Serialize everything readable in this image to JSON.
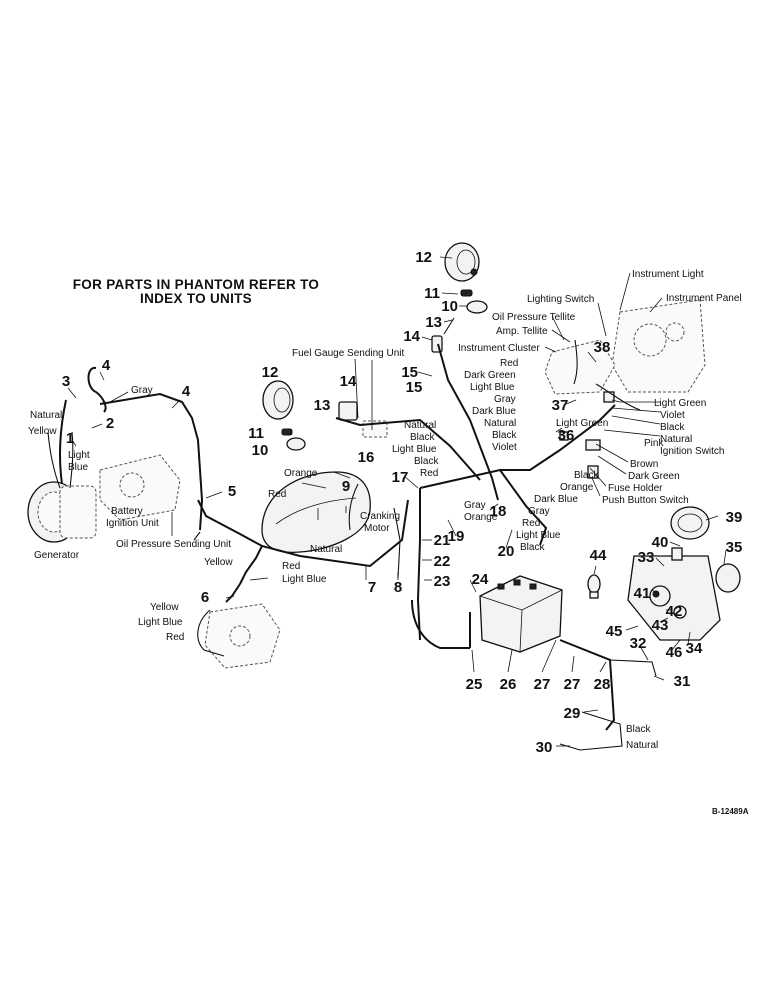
{
  "header": {
    "line1": "FOR PARTS IN PHANTOM REFER TO",
    "line2": "INDEX TO UNITS"
  },
  "drawing_ref": "B-12489A",
  "labels": {
    "instrument_light": "Instrument Light",
    "instrument_panel": "Instrument Panel",
    "lighting_switch": "Lighting Switch",
    "oil_pressure_tellite": "Oil Pressure Tellite",
    "amp_tellite": "Amp. Tellite",
    "instrument_cluster": "Instrument Cluster",
    "fuel_gauge_sending_unit": "Fuel Gauge Sending Unit",
    "gray_top": "Gray",
    "natural_left": "Natural",
    "yellow_left": "Yellow",
    "light_blue_left": "Light\nBlue",
    "battery_ignition_unit": "Battery\nIgnition Unit",
    "generator": "Generator",
    "oil_pressure_sending_unit": "Oil Pressure Sending Unit",
    "orange_mid": "Orange",
    "red_mid": "Red",
    "cranking_motor": "Cranking\nMotor",
    "natural_mid": "Natural",
    "yellow_mid": "Yellow",
    "red_mid2": "Red",
    "light_blue_mid": "Light Blue",
    "yellow_low": "Yellow",
    "light_blue_low": "Light Blue",
    "red_low": "Red",
    "cl_red": "Red",
    "cl_dark_green": "Dark Green",
    "cl_light_blue": "Light Blue",
    "cl_gray": "Gray",
    "cl_dark_blue": "Dark Blue",
    "cl_natural": "Natural",
    "cl_black": "Black",
    "cl_violet": "Violet",
    "cm_natural": "Natural",
    "cm_black": "Black",
    "cm_light_blue": "Light Blue",
    "cm_black2": "Black",
    "cm_red": "Red",
    "cr_light_green": "Light Green",
    "cr_light_green2": "Light Green",
    "cr_violet": "Violet",
    "cr_black": "Black",
    "cr_natural": "Natural",
    "cr_pink": "Pink",
    "cr_ignition_switch": "Ignition Switch",
    "cr_brown": "Brown",
    "cr_dark_green": "Dark Green",
    "cr_fuse_holder": "Fuse Holder",
    "cr_push_button_switch": "Push Button Switch",
    "cb_black": "Black",
    "cb_orange": "Orange",
    "cb_dark_blue": "Dark Blue",
    "cb_gray": "Gray",
    "cb_red": "Red",
    "cb_light_blue": "Light Blue",
    "cb_black2": "Black",
    "c_gray": "Gray",
    "c_orange": "Orange",
    "br_black": "Black",
    "br_natural": "Natural"
  },
  "callouts": {
    "n1": "1",
    "n2": "2",
    "n3": "3",
    "n4a": "4",
    "n4b": "4",
    "n5": "5",
    "n6": "6",
    "n7": "7",
    "n8": "8",
    "n9": "9",
    "n10a": "10",
    "n10b": "10",
    "n11a": "11",
    "n11b": "11",
    "n12a": "12",
    "n12b": "12",
    "n13a": "13",
    "n13b": "13",
    "n14a": "14",
    "n14b": "14",
    "n15a": "15",
    "n15b": "15",
    "n16": "16",
    "n17": "17",
    "n18": "18",
    "n19": "19",
    "n20": "20",
    "n21": "21",
    "n22": "22",
    "n23": "23",
    "n24": "24",
    "n25": "25",
    "n26": "26",
    "n27a": "27",
    "n27b": "27",
    "n28": "28",
    "n29": "29",
    "n30": "30",
    "n31": "31",
    "n32": "32",
    "n33": "33",
    "n34": "34",
    "n35": "35",
    "n36": "36",
    "n37": "37",
    "n38": "38",
    "n39": "39",
    "n40": "40",
    "n41": "41",
    "n42": "42",
    "n43": "43",
    "n44": "44",
    "n45": "45",
    "n46": "46"
  }
}
